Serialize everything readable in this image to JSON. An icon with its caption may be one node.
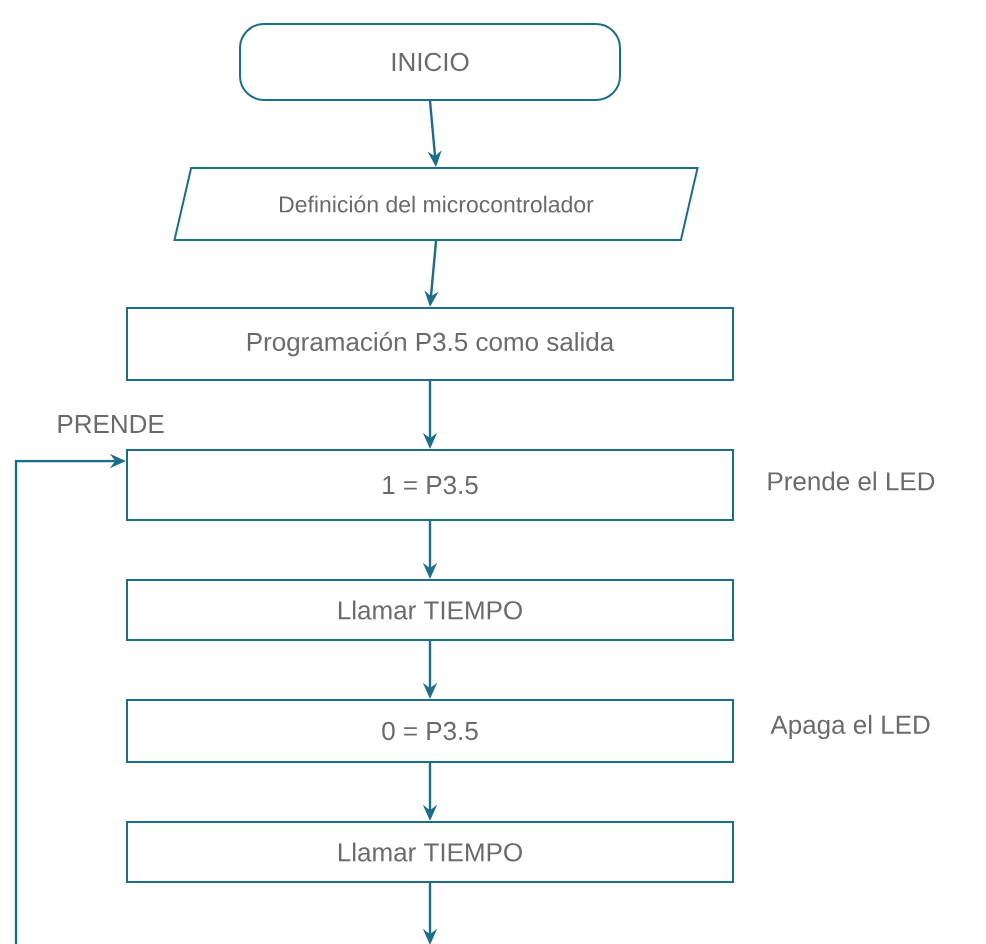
{
  "diagram": {
    "nodes": [
      {
        "text": [
          "INICIO"
        ]
      },
      {
        "text": [
          "Definición del microcontrolador"
        ]
      },
      {
        "text": [
          "Programación P3.5 como salida"
        ]
      },
      {
        "text": [
          "1 = P3.5"
        ],
        "beside": [
          "Prende el LED"
        ]
      },
      {
        "text": [
          "Llamar TIEMPO"
        ]
      },
      {
        "text": [
          "0 = P3.5"
        ],
        "beside": [
          "Apaga el LED"
        ]
      },
      {
        "text": [
          "Llamar TIEMPO"
        ]
      }
    ],
    "edges": [
      {
        "from": 0,
        "to": 1,
        "arrow": "to"
      },
      {
        "from": 1,
        "to": 2,
        "arrow": "to"
      },
      {
        "from": 2,
        "to": 3,
        "arrow": "to"
      },
      {
        "from": 3,
        "to": 4,
        "arrow": "to"
      },
      {
        "from": 4,
        "to": 5,
        "arrow": "to"
      },
      {
        "from": 5,
        "to": 6,
        "arrow": "to"
      },
      {
        "from": 6,
        "to": null,
        "arrow": "to"
      },
      {
        "from": null,
        "to": 3,
        "arrow": "to"
      }
    ],
    "labels": [
      "PRENDE"
    ]
  }
}
